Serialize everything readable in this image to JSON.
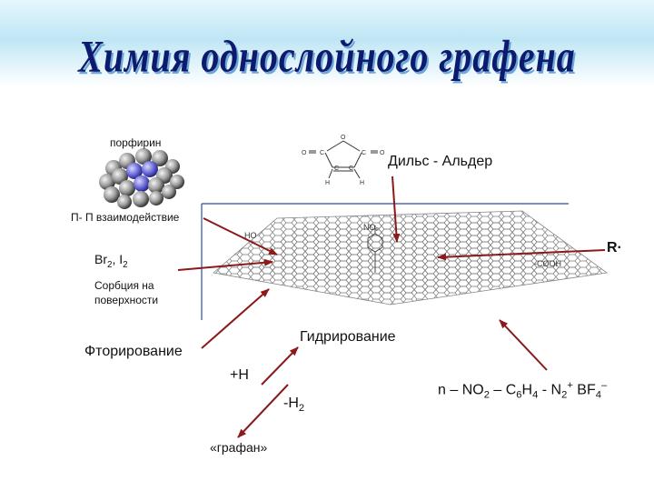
{
  "title": "Химия однослойного графена",
  "labels": {
    "porphyrin": "порфирин",
    "diels_alder": "Дильс - Альдер",
    "pi_pi": "П- П взаимодействие",
    "halogens": {
      "br": "Br",
      "br_sub": "2",
      "sep": ", ",
      "i": "I",
      "i_sub": "2"
    },
    "sorption_line1": "Сорбция на",
    "sorption_line2": "поверхности",
    "hydrogenation": "Гидрирование",
    "fluorination": "Фторирование",
    "plus_h": "+H",
    "minus_h": {
      "base": "-H",
      "sub": "2"
    },
    "graphane": "«графан»",
    "radical": "R·",
    "diazonium": {
      "p1": "n – NO",
      "s1": "2",
      "p2": " – C",
      "s2": "6",
      "p3": "H",
      "s3": "4",
      "p4": " - N",
      "s4": "2",
      "plus": "+",
      "p5": " BF",
      "s5": "4",
      "minus": "–"
    }
  },
  "molecule_labels": {
    "ho": "HO",
    "no2": "NO₂",
    "cooh": "-COOH",
    "anhydride_atoms": [
      "O",
      "O",
      "O",
      "C",
      "C",
      "C",
      "C",
      "H",
      "H"
    ]
  },
  "colors": {
    "arrow": "#8b1a1a",
    "divider": "#2b4c9e",
    "title": "#0d1b6e",
    "sheet": "#6b6b6b"
  }
}
